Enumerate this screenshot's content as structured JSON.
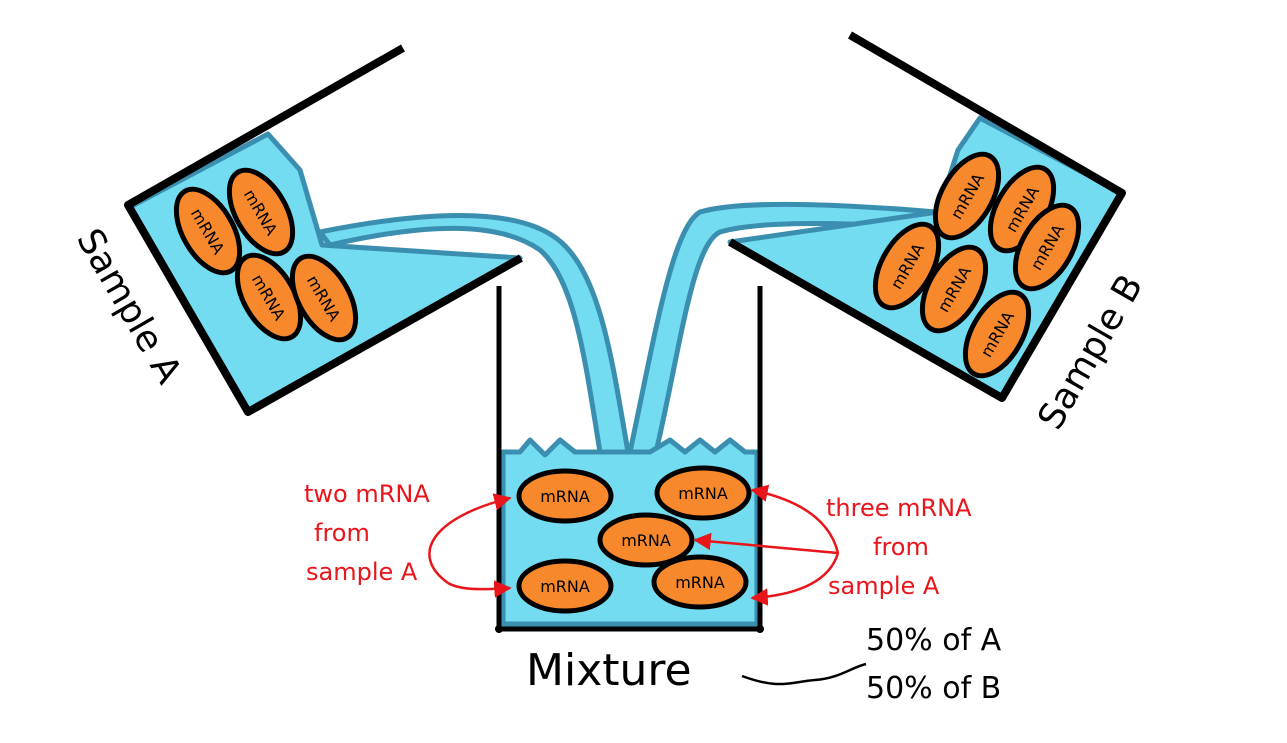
{
  "labels": {
    "sample_a": "Sample A",
    "sample_b": "Sample B",
    "mixture": "Mixture",
    "two_mrna": [
      "two mRNA",
      "from",
      "sample A"
    ],
    "three_mrna": [
      "three mRNA",
      "from",
      "sample A"
    ],
    "percent_a": "50% of A",
    "percent_b": "50% of B"
  },
  "molecule_label": "mRNA",
  "counts": {
    "sample_a_molecules": 4,
    "sample_b_molecules": 6,
    "mixture_molecules": 5
  },
  "colors": {
    "liquid": "#74dcf0",
    "liquid_edge": "#3a8fb0",
    "molecule_fill": "#f7892c",
    "container_stroke": "#000000",
    "annotation": "#e8151b"
  }
}
